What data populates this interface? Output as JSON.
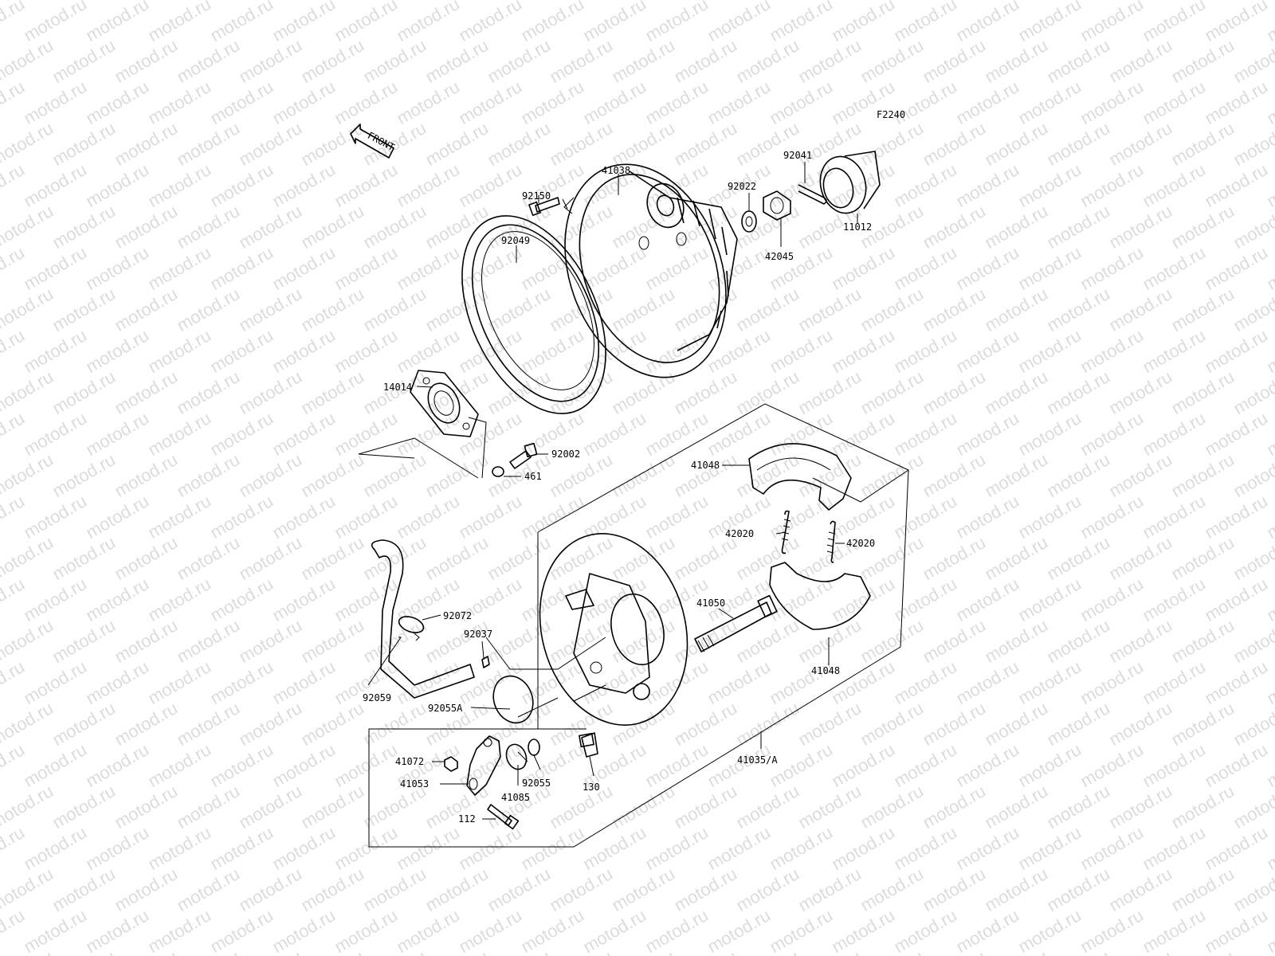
{
  "figure_code": "F2240",
  "front_label": "FRONT",
  "watermark_text": "motod.ru",
  "parts": [
    {
      "id": "41038"
    },
    {
      "id": "92150"
    },
    {
      "id": "92049"
    },
    {
      "id": "92022"
    },
    {
      "id": "92041"
    },
    {
      "id": "11012"
    },
    {
      "id": "42045"
    },
    {
      "id": "14014"
    },
    {
      "id": "92002"
    },
    {
      "id": "461"
    },
    {
      "id": "41048"
    },
    {
      "id": "42020"
    },
    {
      "id": "42020"
    },
    {
      "id": "41050"
    },
    {
      "id": "41048"
    },
    {
      "id": "92072"
    },
    {
      "id": "92037"
    },
    {
      "id": "92059"
    },
    {
      "id": "92055A"
    },
    {
      "id": "41072"
    },
    {
      "id": "41053"
    },
    {
      "id": "41085"
    },
    {
      "id": "92055"
    },
    {
      "id": "130"
    },
    {
      "id": "41035/A"
    },
    {
      "id": "112"
    }
  ]
}
